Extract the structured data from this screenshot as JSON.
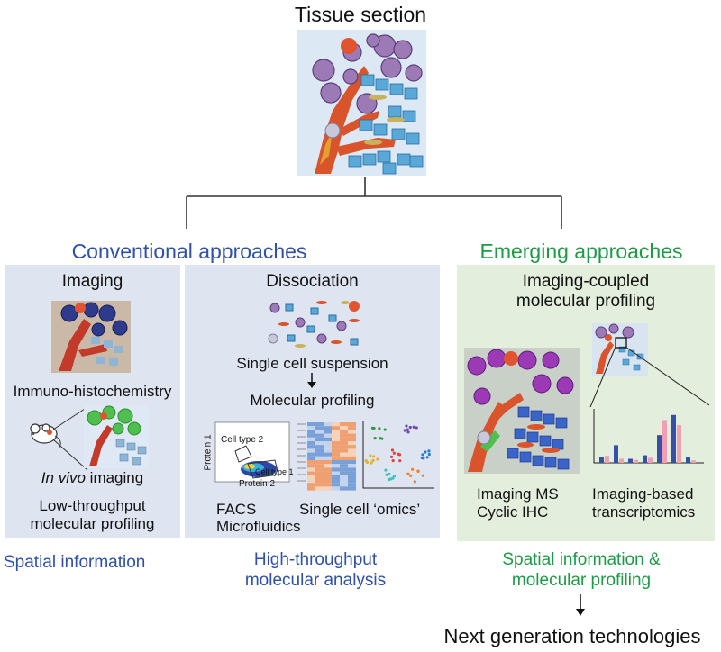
{
  "top": {
    "title": "Tissue section"
  },
  "conventional": {
    "heading": "Conventional approaches",
    "imaging": {
      "title": "Imaging",
      "ihc_label": "Immuno-histochemistry",
      "invivo_italic": "In vivo",
      "invivo_rest": " imaging",
      "low_line1": "Low-throughput",
      "low_line2": "molecular profiling"
    },
    "dissociation": {
      "title": "Dissociation",
      "suspension": "Single cell suspension",
      "profiling": "Molecular profiling",
      "facs_protein1": "Protein 1",
      "facs_protein2": "Protein 2",
      "facs_celltype1": "Cell type 1",
      "facs_celltype2": "Cell type 2",
      "facs_line1": "FACS",
      "facs_line2": "Microfluidics",
      "omics": "Single cell ‘omics’"
    },
    "spatial_caption": "Spatial information",
    "throughput_line1": "High-throughput",
    "throughput_line2": "molecular analysis"
  },
  "emerging": {
    "heading": "Emerging approaches",
    "panel_line1": "Imaging-coupled",
    "panel_line2": "molecular profiling",
    "ms_line1": "Imaging MS",
    "ms_line2": "Cyclic IHC",
    "tx_line1": "Imaging-based",
    "tx_line2": "transcriptomics",
    "caption_line1": "Spatial information &",
    "caption_line2": "molecular profiling"
  },
  "next": {
    "label": "Next generation technologies"
  },
  "colors": {
    "conventional_text": "#2e50a8",
    "emerging_text": "#1e9a45",
    "conventional_panel": "#dfe4f1",
    "emerging_panel": "#e4eedc",
    "bar_blue": "#3450a8",
    "bar_pink": "#f0a0b0"
  },
  "icons": [
    "tissue-illustration",
    "mouse-icon",
    "down-arrow-icon",
    "facs-plot",
    "heatmap",
    "scatter-plot",
    "bar-chart"
  ]
}
